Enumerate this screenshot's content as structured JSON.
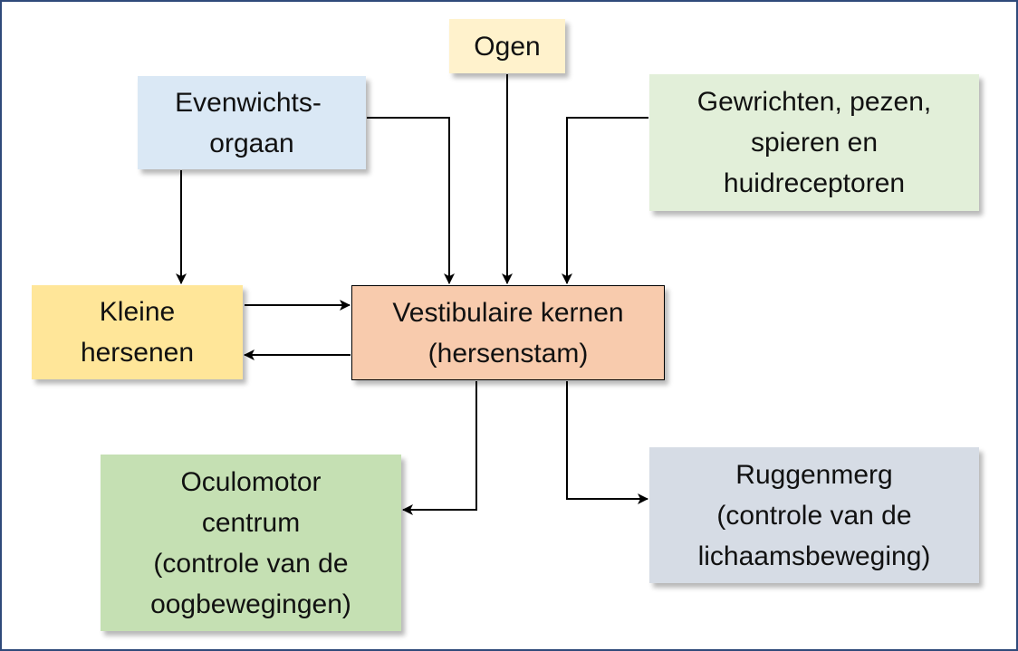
{
  "nodes": {
    "ogen": {
      "lines": [
        "Ogen"
      ],
      "color": "#fff2cc"
    },
    "evenwicht": {
      "lines": [
        "Evenwichts-",
        "orgaan"
      ],
      "color": "#dae8f5"
    },
    "gewrichten": {
      "lines": [
        "Gewrichten, pezen,",
        "spieren en",
        "huidreceptoren"
      ],
      "color": "#e2efd9"
    },
    "kleine_hersenen": {
      "lines": [
        "Kleine",
        "hersenen"
      ],
      "color": "#ffe699"
    },
    "vestibulaire": {
      "lines": [
        "Vestibulaire kernen",
        "(hersenstam)"
      ],
      "color": "#f8cbad",
      "border": "#000000"
    },
    "oculomotor": {
      "lines": [
        "Oculomotor",
        "centrum",
        "(controle van de",
        "oogbewegingen)"
      ],
      "color": "#c5e0b3"
    },
    "ruggenmerg": {
      "lines": [
        "Ruggenmerg",
        "(controle van de",
        "lichaamsbeweging)"
      ],
      "color": "#d6dce5"
    }
  },
  "connections": [
    {
      "from": "evenwicht",
      "to": "kleine_hersenen"
    },
    {
      "from": "evenwicht",
      "to": "vestibulaire"
    },
    {
      "from": "ogen",
      "to": "vestibulaire"
    },
    {
      "from": "gewrichten",
      "to": "vestibulaire"
    },
    {
      "from": "kleine_hersenen",
      "to": "vestibulaire"
    },
    {
      "from": "vestibulaire",
      "to": "kleine_hersenen"
    },
    {
      "from": "vestibulaire",
      "to": "oculomotor"
    },
    {
      "from": "vestibulaire",
      "to": "ruggenmerg"
    }
  ],
  "colors": {
    "frame": "#2f4a7a",
    "line": "#000000"
  }
}
